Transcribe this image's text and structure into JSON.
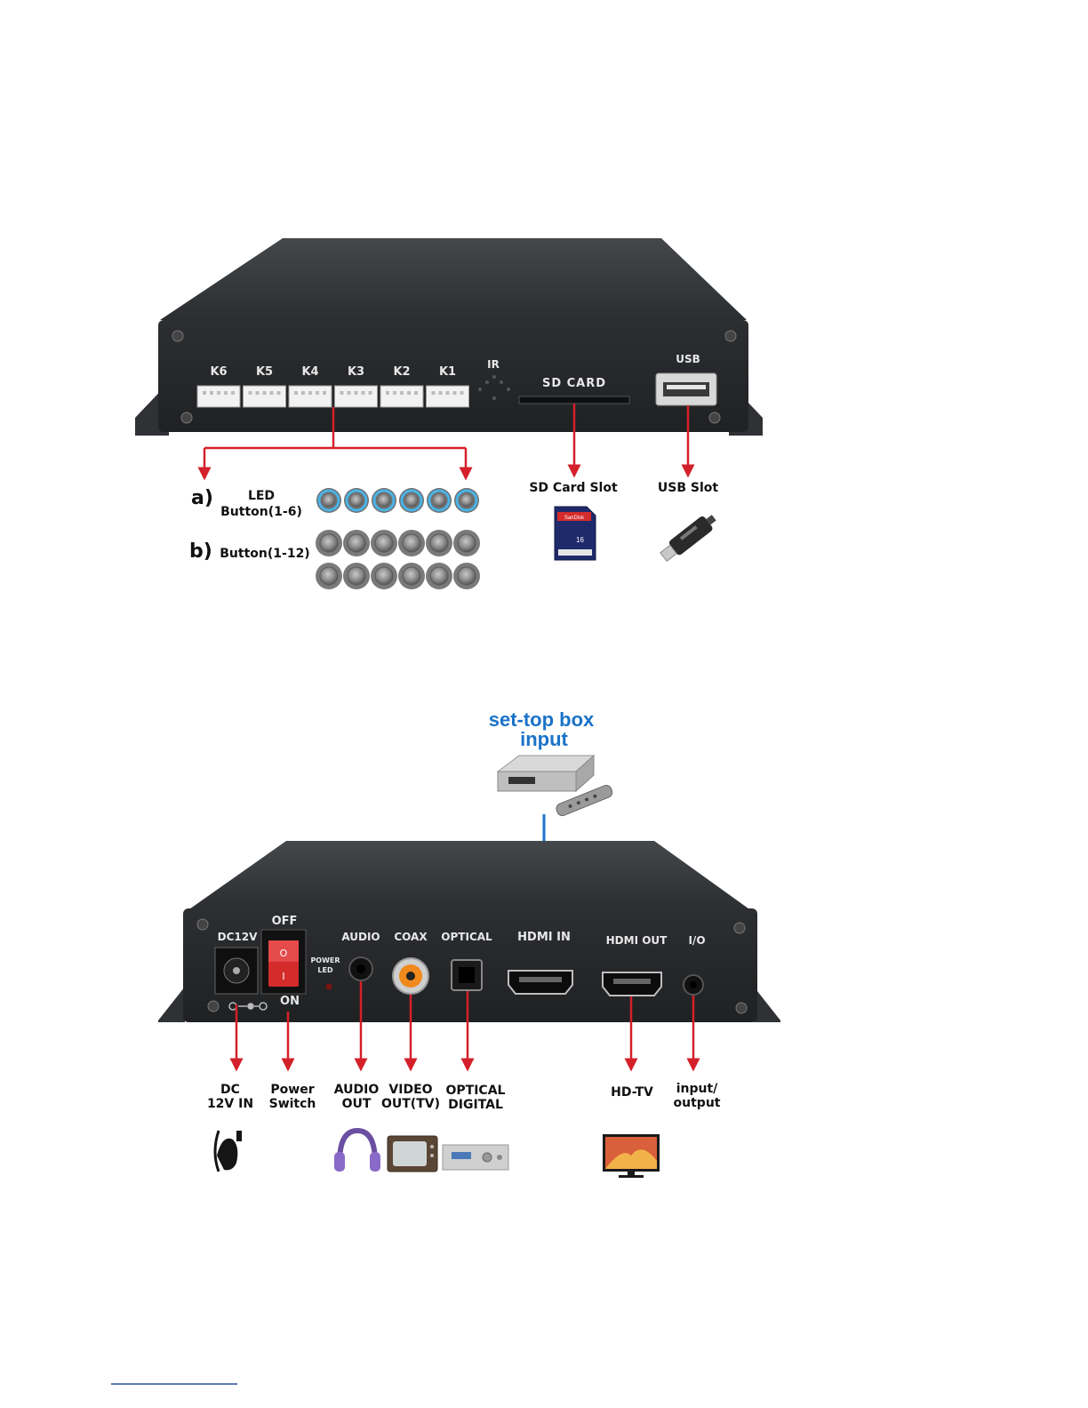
{
  "colors": {
    "arrow_red": "#d4202a",
    "arrow_blue": "#1a73c8",
    "panel": "#2a2c2e",
    "panel_top": "#3a3c3e",
    "led_ring": "#4ab3e6",
    "footnote_line": "#2a4fa0"
  },
  "top_diagram": {
    "connector_labels": [
      "K6",
      "K5",
      "K4",
      "K3",
      "K2",
      "K1"
    ],
    "ir_label": "IR",
    "sd_panel_label": "SD CARD",
    "usb_panel_label": "USB",
    "sd_caption": "SD Card Slot",
    "usb_caption": "USB Slot",
    "option_a_letter": "a)",
    "option_a_line1": "LED",
    "option_a_line2": "Button(1-6)",
    "option_b_letter": "b)",
    "option_b_text": "Button(1-12)",
    "led_button_count": 6,
    "plain_button_count": 12,
    "sd_brand": "SanDisk",
    "sd_capacity": "16",
    "icons": [
      "led-button-icon",
      "push-button-icon",
      "sd-card-icon",
      "usb-stick-icon"
    ]
  },
  "bottom_diagram": {
    "source_title_line1": "set-top box",
    "source_title_line2": "input",
    "panel_labels": {
      "dc": "DC12V",
      "off": "OFF",
      "on": "ON",
      "power_led_line1": "POWER",
      "power_led_line2": "LED",
      "audio": "AUDIO",
      "coax": "COAX",
      "optical": "OPTICAL",
      "hdmi_in": "HDMI IN",
      "hdmi_out": "HDMI OUT",
      "io": "I/O"
    },
    "switch_symbols": [
      "O",
      "I"
    ],
    "captions": {
      "dc_line1": "DC",
      "dc_line2": "12V IN",
      "power_line1": "Power",
      "power_line2": "Switch",
      "audio_line1": "AUDIO",
      "audio_line2": "OUT",
      "video_line1": "VIDEO",
      "video_line2": "OUT(TV)",
      "optical_line1": "OPTICAL",
      "optical_line2": "DIGITAL",
      "hdtv": "HD-TV",
      "io_line1": "input/",
      "io_line2": "output"
    },
    "icons": [
      "set-top-box-icon",
      "remote-control-icon",
      "power-adapter-icon",
      "headphones-icon",
      "crt-tv-icon",
      "av-receiver-icon",
      "flat-tv-icon"
    ]
  }
}
